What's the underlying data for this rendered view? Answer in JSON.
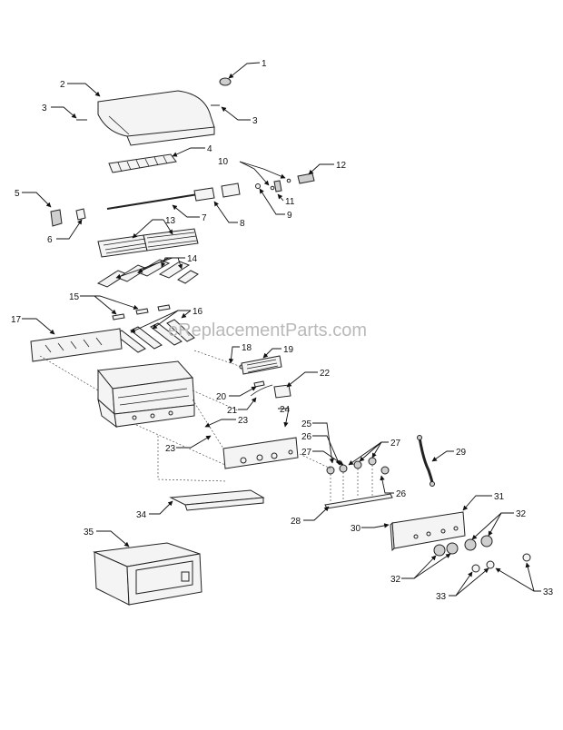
{
  "watermark": "eReplacementParts.com",
  "labels": {
    "l1": "1",
    "l2": "2",
    "l3a": "3",
    "l3b": "3",
    "l4": "4",
    "l5": "5",
    "l6": "6",
    "l7": "7",
    "l8": "8",
    "l9": "9",
    "l10": "10",
    "l11": "11",
    "l12": "12",
    "l13": "13",
    "l14": "14",
    "l15": "15",
    "l16": "16",
    "l17": "17",
    "l18": "18",
    "l19": "19",
    "l20": "20",
    "l21": "21",
    "l22": "22",
    "l23a": "23",
    "l23b": "23",
    "l24": "24",
    "l25": "25",
    "l26a": "26",
    "l26b": "26",
    "l27a": "27",
    "l27b": "27",
    "l28": "28",
    "l29": "29",
    "l30": "30",
    "l31": "31",
    "l32a": "32",
    "l32b": "32",
    "l33a": "33",
    "l33b": "33",
    "l34": "34",
    "l35": "35"
  }
}
